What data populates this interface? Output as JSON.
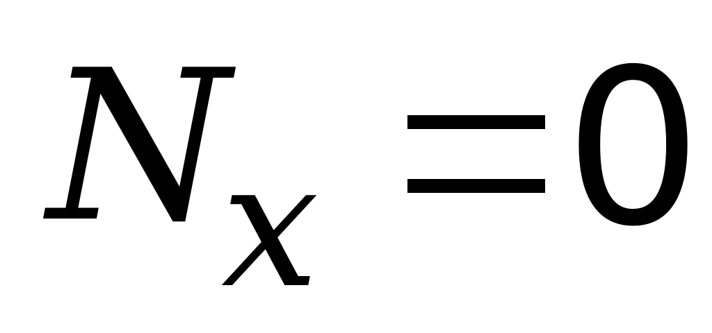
{
  "equation": {
    "variable": "N",
    "subscript": "x",
    "operator": "=",
    "value": "0"
  }
}
